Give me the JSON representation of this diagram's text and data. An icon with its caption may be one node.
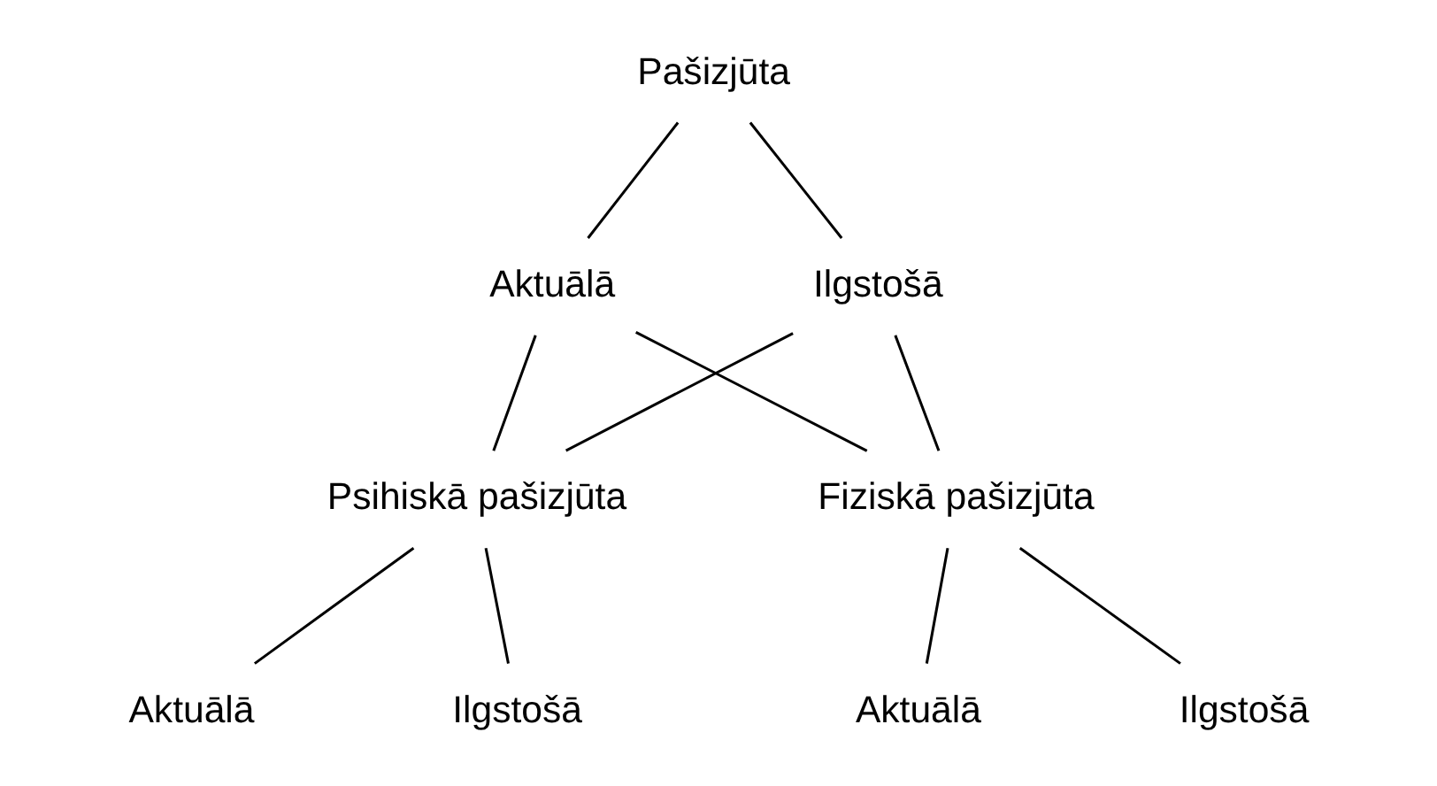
{
  "diagram": {
    "nodes": [
      {
        "text": [
          "Pašizjūta"
        ]
      },
      {
        "text": [
          "Aktuālā"
        ]
      },
      {
        "text": [
          "Ilgstošā"
        ]
      },
      {
        "text": [
          "Psihiskā pašizjūta"
        ]
      },
      {
        "text": [
          "Fiziskā pašizjūta"
        ]
      },
      {
        "text": [
          "Aktuālā"
        ]
      },
      {
        "text": [
          "Ilgstošā"
        ]
      },
      {
        "text": [
          "Aktuālā"
        ]
      },
      {
        "text": [
          "Ilgstošā"
        ]
      }
    ],
    "edges": [
      {
        "from": 0,
        "to": 1,
        "arrow": "none"
      },
      {
        "from": 0,
        "to": 2,
        "arrow": "none"
      },
      {
        "from": 1,
        "to": 3,
        "arrow": "none"
      },
      {
        "from": 1,
        "to": 4,
        "arrow": "none"
      },
      {
        "from": 2,
        "to": 3,
        "arrow": "none"
      },
      {
        "from": 2,
        "to": 4,
        "arrow": "none"
      },
      {
        "from": 3,
        "to": 5,
        "arrow": "none"
      },
      {
        "from": 3,
        "to": 6,
        "arrow": "none"
      },
      {
        "from": 4,
        "to": 7,
        "arrow": "none"
      },
      {
        "from": 4,
        "to": 8,
        "arrow": "none"
      }
    ]
  }
}
